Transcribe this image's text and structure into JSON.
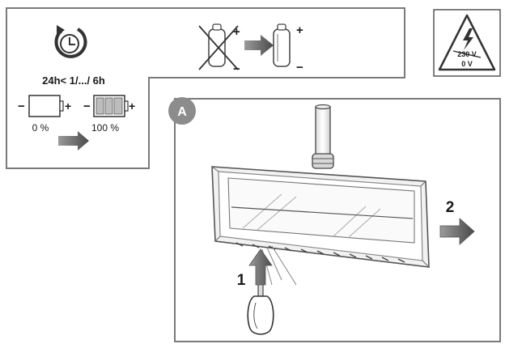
{
  "charging": {
    "time_label": "24h< 1/.../ 6h",
    "empty_percent": "0 %",
    "full_percent": "100 %",
    "minus": "−",
    "plus": "+"
  },
  "battery_swap": {
    "plus_left": "+",
    "minus_left": "−",
    "plus_right": "+",
    "minus_right": "−"
  },
  "warning": {
    "crossed_voltage": "230 V",
    "safe_voltage": "0 V"
  },
  "panel_a": {
    "badge": "A",
    "step1": "1",
    "step2": "2"
  }
}
